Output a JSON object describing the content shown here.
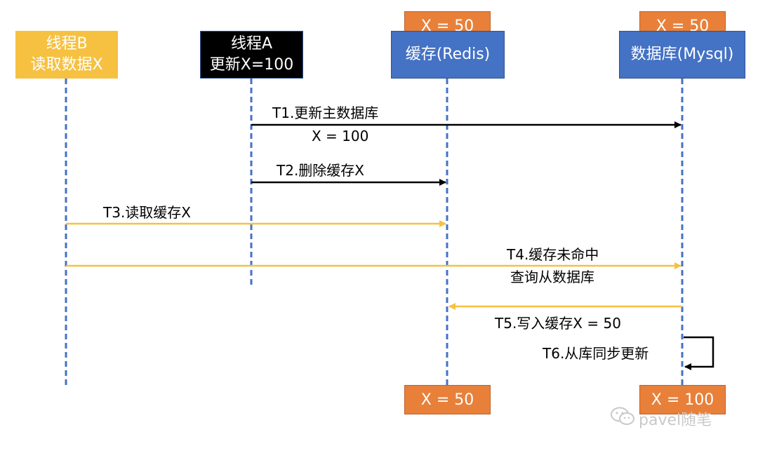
{
  "actors": {
    "thread_b": {
      "line1": "线程B",
      "line2": "读取数据X"
    },
    "thread_a": {
      "line1": "线程A",
      "line2": "更新X=100"
    },
    "cache": {
      "label": "缓存(Redis)"
    },
    "db": {
      "label": "数据库(Mysql)"
    }
  },
  "badges": {
    "cache_top": "X = 50",
    "db_top": "X = 50",
    "cache_bottom": "X = 50",
    "db_bottom": "X = 100"
  },
  "steps": {
    "t1_line1": "T1.更新主数据库",
    "t1_line2": "X = 100",
    "t2": "T2.删除缓存X",
    "t3": "T3.读取缓存X",
    "t4_line1": "T4.缓存未命中",
    "t4_line2": "查询从数据库",
    "t5": "T5.写入缓存X = 50",
    "t6": "T6.从库同步更新"
  },
  "colors": {
    "actor_blue": "#4472c4",
    "thread_b_yellow": "#f6c141",
    "badge_orange": "#e8803a",
    "arrow_black": "#000000",
    "arrow_yellow": "#f6c141",
    "lifeline_blue": "#4472c4"
  },
  "watermark": {
    "text": "pavel随笔",
    "icon": "wechat-icon"
  }
}
